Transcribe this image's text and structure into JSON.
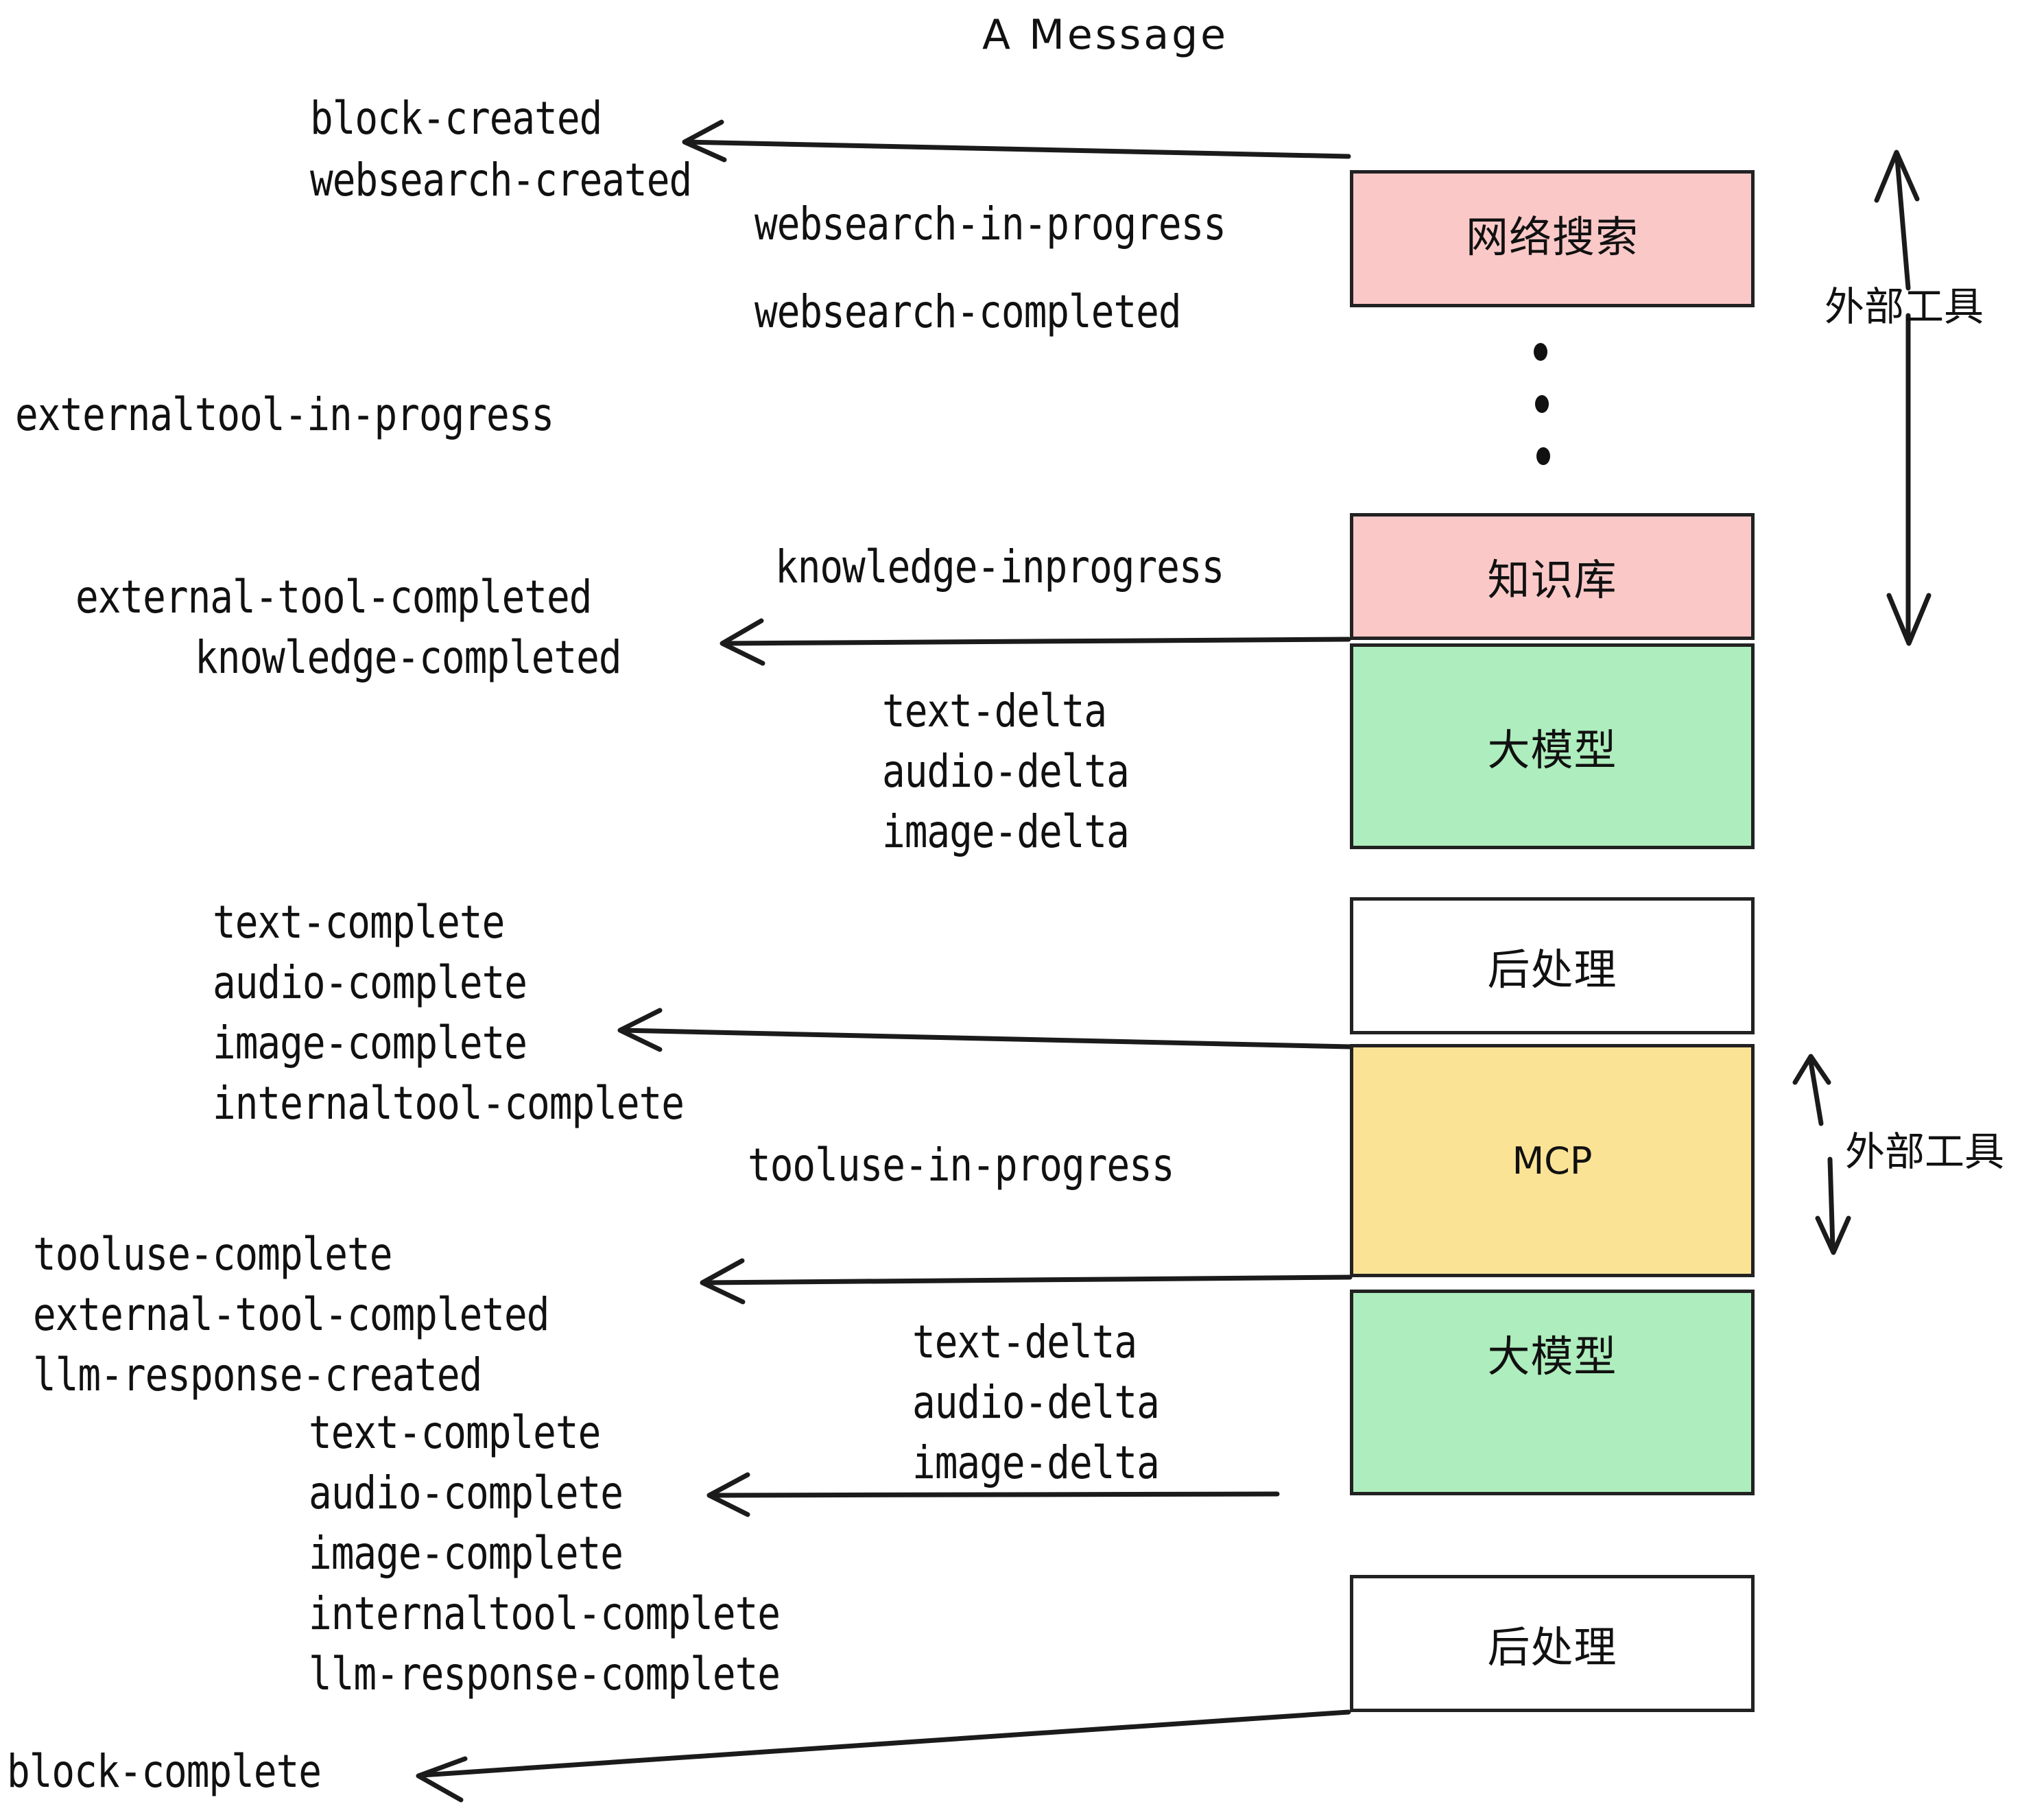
{
  "title": "A Message",
  "colors": {
    "pink": "#FBC8C8",
    "green": "#AEEDBD",
    "yellow": "#FBE396",
    "white": "#FFFFFF",
    "stroke": "#222222",
    "text": "#111111"
  },
  "nodes": [
    {
      "id": "websearch",
      "label": "网络搜索",
      "fill": "#FBC8C8"
    },
    {
      "id": "knowledge",
      "label": "知识库",
      "fill": "#FBC8C8"
    },
    {
      "id": "llm1",
      "label": "大模型",
      "fill": "#AEEDBD"
    },
    {
      "id": "postprocess1",
      "label": "后处理",
      "fill": "#FFFFFF"
    },
    {
      "id": "mcp",
      "label": "MCP",
      "fill": "#FBE396"
    },
    {
      "id": "llm2",
      "label": "大模型",
      "fill": "#AEEDBD"
    },
    {
      "id": "postprocess2",
      "label": "后处理",
      "fill": "#FFFFFF"
    }
  ],
  "side_labels": [
    {
      "id": "external-tools-top",
      "label": "外部工具"
    },
    {
      "id": "external-tools-bottom",
      "label": "外部工具"
    }
  ],
  "events": [
    {
      "id": "block-created",
      "label": "block-created"
    },
    {
      "id": "websearch-created",
      "label": "websearch-created"
    },
    {
      "id": "websearch-in-progress",
      "label": "websearch-in-progress"
    },
    {
      "id": "websearch-completed",
      "label": "websearch-completed"
    },
    {
      "id": "externaltool-in-progress",
      "label": "externaltool-in-progress"
    },
    {
      "id": "knowledge-inprogress",
      "label": "knowledge-inprogress"
    },
    {
      "id": "external-tool-completed-1",
      "label": "external-tool-completed"
    },
    {
      "id": "knowledge-completed",
      "label": "knowledge-completed"
    },
    {
      "id": "text-delta-1",
      "label": "text-delta"
    },
    {
      "id": "audio-delta-1",
      "label": "audio-delta"
    },
    {
      "id": "image-delta-1",
      "label": "image-delta"
    },
    {
      "id": "text-complete-1",
      "label": "text-complete"
    },
    {
      "id": "audio-complete-1",
      "label": "audio-complete"
    },
    {
      "id": "image-complete-1",
      "label": "image-complete"
    },
    {
      "id": "internaltool-complete-1",
      "label": "internaltool-complete"
    },
    {
      "id": "tooluse-in-progress",
      "label": "tooluse-in-progress"
    },
    {
      "id": "tooluse-complete",
      "label": "tooluse-complete"
    },
    {
      "id": "external-tool-completed-2",
      "label": "external-tool-completed"
    },
    {
      "id": "llm-response-created",
      "label": "llm-response-created"
    },
    {
      "id": "text-delta-2",
      "label": "text-delta"
    },
    {
      "id": "audio-delta-2",
      "label": "audio-delta"
    },
    {
      "id": "image-delta-2",
      "label": "image-delta"
    },
    {
      "id": "text-complete-2",
      "label": "text-complete"
    },
    {
      "id": "audio-complete-2",
      "label": "audio-complete"
    },
    {
      "id": "image-complete-2",
      "label": "image-complete"
    },
    {
      "id": "internaltool-complete-2",
      "label": "internaltool-complete"
    },
    {
      "id": "llm-response-complete",
      "label": "llm-response-complete"
    },
    {
      "id": "block-complete",
      "label": "block-complete"
    }
  ]
}
